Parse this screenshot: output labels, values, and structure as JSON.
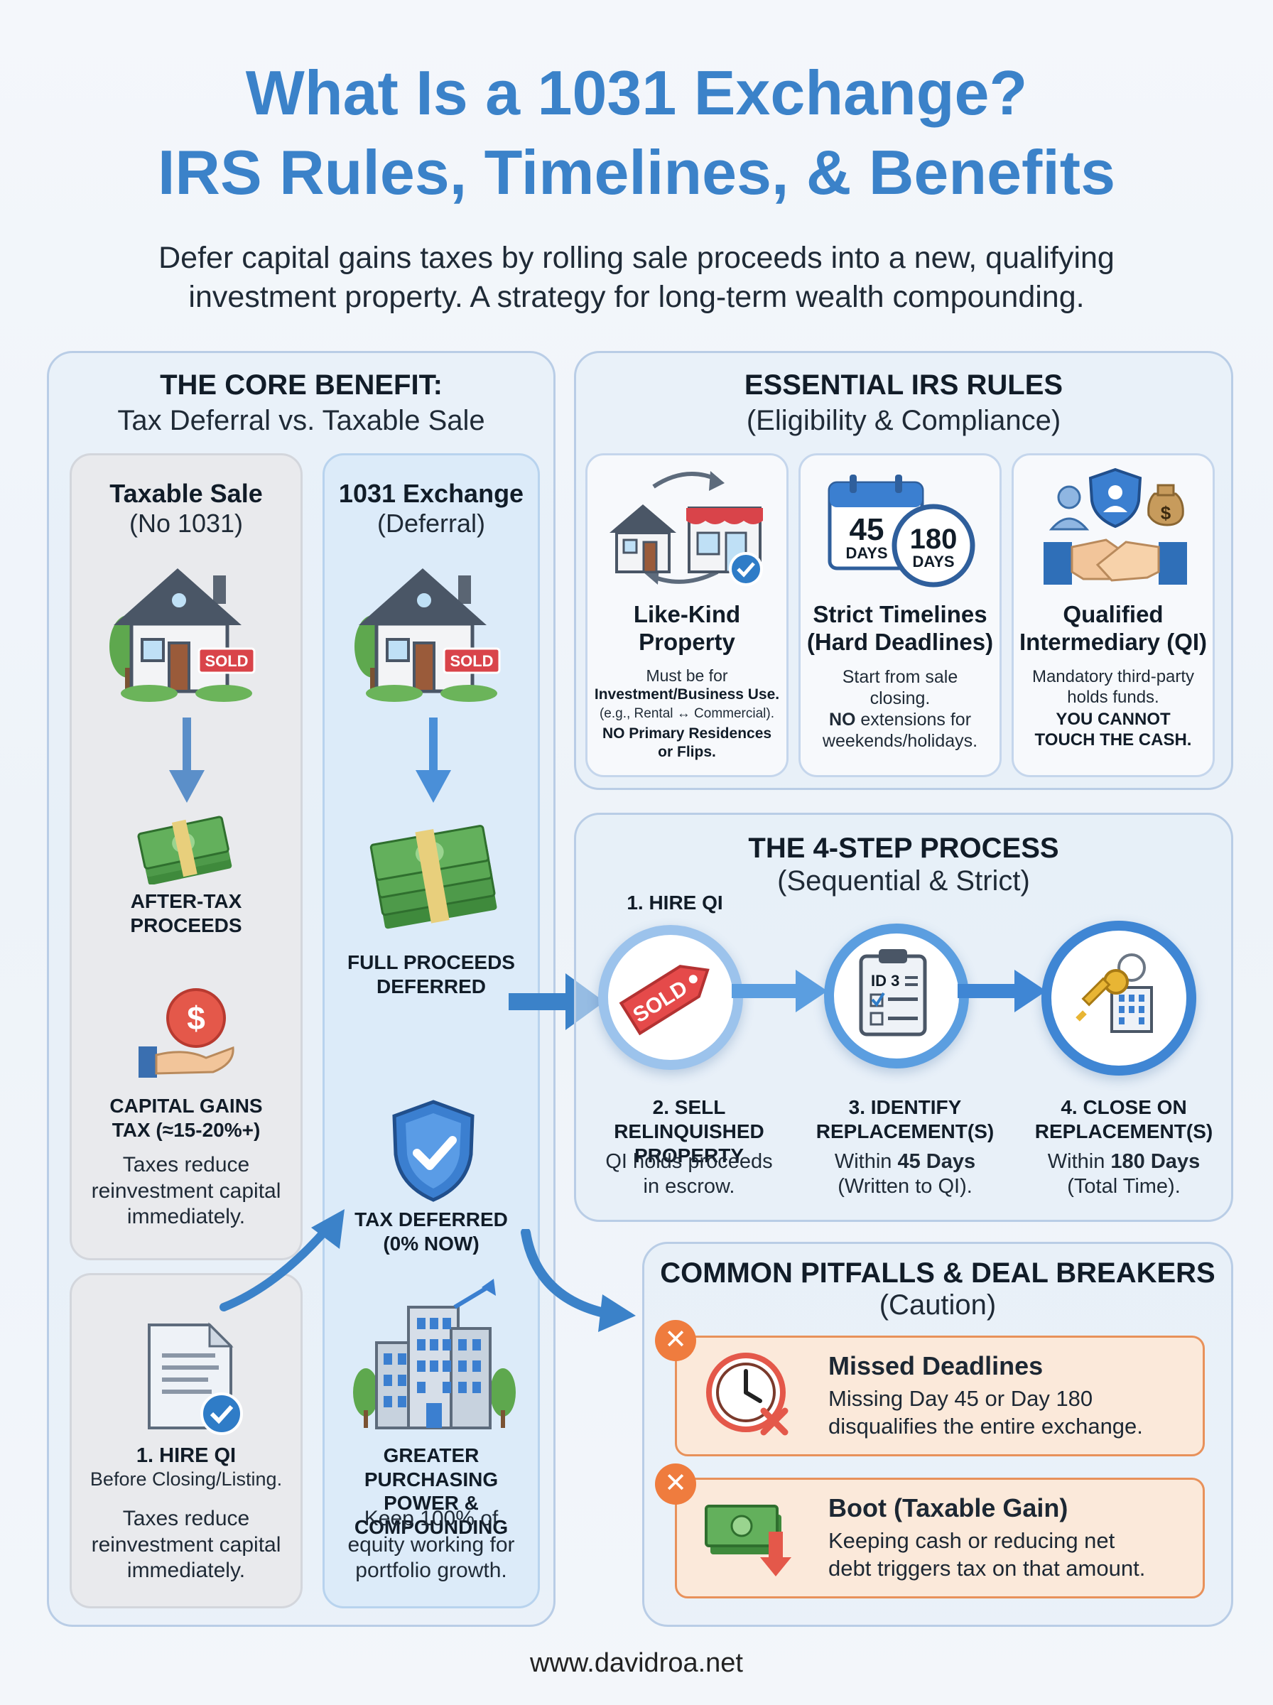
{
  "title": {
    "line1": "What Is a 1031 Exchange?",
    "line2": "IRS Rules, Timelines, & Benefits"
  },
  "subtitle": {
    "line1": "Defer capital gains taxes by rolling sale proceeds into a new, qualifying",
    "line2": "investment property. A strategy for long-term wealth compounding."
  },
  "core": {
    "heading": "THE CORE BENEFIT:",
    "subheading": "Tax Deferral vs. Taxable Sale",
    "taxable": {
      "title": "Taxable Sale",
      "sub": "(No 1031)",
      "sold": "SOLD",
      "proceeds": "AFTER-TAX\nPROCEEDS",
      "tax": "CAPITAL GAINS\nTAX (≈15-20%+)",
      "tax_note": "Taxes reduce\nreinvestment capital\nimmediately."
    },
    "exchange": {
      "title": "1031 Exchange",
      "sub": "(Deferral)",
      "sold": "SOLD",
      "proceeds": "FULL PROCEEDS\nDEFERRED",
      "deferred": "TAX DEFERRED\n(0% NOW)",
      "power": "GREATER PURCHASING\nPOWER & COMPOUNDING",
      "power_note": "Keep 100% of\nequity working for\nportfolio growth."
    },
    "hire": {
      "title": "1. HIRE QI",
      "note1": "Before Closing/Listing.",
      "note2": "Taxes reduce\nreinvestment capital\nimmediately."
    }
  },
  "rules": {
    "heading": "ESSENTIAL IRS RULES",
    "subheading": "(Eligibility & Compliance)",
    "like_kind": {
      "title": "Like-Kind\nProperty",
      "line1": "Must be for",
      "line2": "Investment/Business Use.",
      "line3": "(e.g., Rental ↔ Commercial).",
      "line4": "NO Primary Residences\nor Flips."
    },
    "timelines": {
      "title": "Strict Timelines\n(Hard Deadlines)",
      "day45": "45",
      "day45_label": "DAYS",
      "day180": "180",
      "day180_label": "DAYS",
      "line1": "Start from sale\nclosing.",
      "line2_bold": "NO",
      "line2_rest": " extensions for\nweekends/holidays."
    },
    "qi": {
      "title": "Qualified\nIntermediary (QI)",
      "line1": "Mandatory third-party\nholds funds.",
      "line2": "YOU CANNOT\nTOUCH THE CASH."
    }
  },
  "process": {
    "heading": "THE 4-STEP PROCESS",
    "subheading": "(Sequential & Strict)",
    "step1": "1. HIRE QI",
    "sold_tag": "SOLD",
    "id_label": "ID 3",
    "step2": {
      "title": "2. SELL RELINQUISHED\nPROPERTY",
      "note": "QI holds proceeds\nin escrow."
    },
    "step3": {
      "title": "3. IDENTIFY\nREPLACEMENT(S)",
      "pre": "Within ",
      "bold": "45 Days",
      "post": "\n(Written to QI)."
    },
    "step4": {
      "title": "4. CLOSE ON\nREPLACEMENT(S)",
      "pre": "Within ",
      "bold": "180 Days",
      "post": "\n(Total Time)."
    }
  },
  "pitfalls": {
    "heading": "COMMON PITFALLS & DEAL BREAKERS",
    "subheading": "(Caution)",
    "items": [
      {
        "title": "Missed Deadlines",
        "text": "Missing Day 45 or Day 180\ndisqualifies the entire exchange."
      },
      {
        "title": "Boot (Taxable Gain)",
        "text": "Keeping cash or reducing net\ndebt triggers tax on that amount."
      }
    ],
    "x": "✕"
  },
  "footer": "www.davidroa.net",
  "colors": {
    "accent": "#3b82c9",
    "caution": "#ef7c3e",
    "sold": "#d9444a",
    "money": "#4e9a4a"
  }
}
